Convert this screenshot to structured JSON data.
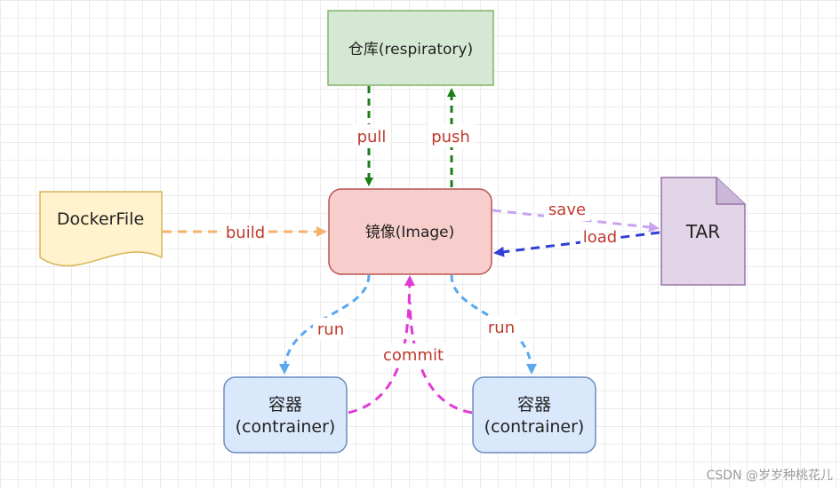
{
  "nodes": {
    "registry": "仓库(respiratory)",
    "image": "镜像(Image)",
    "dockerfile": "DockerFile",
    "tar": "TAR",
    "container_left": {
      "line1": "容器",
      "line2": "(contrainer)"
    },
    "container_right": {
      "line1": "容器",
      "line2": "(contrainer)"
    }
  },
  "edges": {
    "pull": "pull",
    "push": "push",
    "build": "build",
    "save": "save",
    "load": "load",
    "run_left": "run",
    "run_right": "run",
    "commit": "commit"
  },
  "colors": {
    "pull": "#1a7f1a",
    "push": "#1a7f1a",
    "build": "#f5b26b",
    "save": "#c9a3f0",
    "load": "#2f3fd6",
    "run": "#5aa8f0",
    "commit": "#e03ad6"
  },
  "watermark": "CSDN @岁岁种桃花儿"
}
